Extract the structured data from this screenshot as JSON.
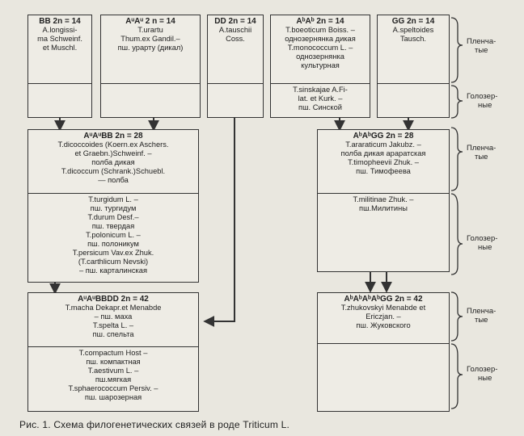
{
  "boxes": {
    "bb": {
      "top": [
        "BB 2n = 14",
        "A.longissi-",
        "ma Schweinf.",
        "et Muschl."
      ]
    },
    "au": {
      "top": [
        "AᵘAᵘ 2 n = 14",
        "T.urartu",
        "Thum.ex Gandil.–",
        "пш. урарту (дикал)"
      ]
    },
    "dd": {
      "top": [
        "DD 2n = 14",
        "A.tauschii",
        "Coss."
      ]
    },
    "ab": {
      "top": [
        "AᵇAᵇ 2n = 14",
        "T.boeoticum Boiss. –",
        "однозернянка дикая",
        "T.monococcum L. –",
        "однозернянка",
        "культурная"
      ],
      "bottom": [
        "T.sinskajae A.Fi-",
        "lat. et Kurk. –",
        "пш. Синской"
      ]
    },
    "gg": {
      "top": [
        "GG 2n = 14",
        "A.speltoides",
        "Tausch."
      ]
    },
    "aubb": {
      "top": [
        "AᵘAᵘBB 2n = 28",
        "T.dicoccoides (Koern.ex Aschers.",
        "et Graebn.)Schweinf. –",
        "полба дикая",
        "T.dicoccum (Schrank.)Schuebl.",
        "— полба"
      ],
      "bottom": [
        "T.turgidum L. –",
        "пш. тургидум",
        "T.durum Desf.–",
        "пш. твердая",
        "T.polonicum L. –",
        "пш. полоникум",
        "T.persicum Vav.ex Zhuk.",
        "(T.carthlicum Nevski)",
        "– пш. карталинская"
      ]
    },
    "abgg": {
      "top": [
        "AᵇAᵇGG 2n = 28",
        "T.araraticum Jakubz. –",
        "полба дикая араратская",
        "T.timopheevii Zhuk. –",
        "пш. Тимофеева"
      ],
      "bottom": [
        "T.militinae Zhuk. –",
        "пш.Милитины"
      ]
    },
    "aubbdd": {
      "top": [
        "AᵘAᵘBBDD 2n = 42",
        "T.macha Dekapr.et Menabde",
        "– пш. маха",
        "T.spelta L. –",
        "пш. спельта"
      ],
      "bottom": [
        "T.compactum Host –",
        "пш. компактная",
        "T.aestivum L. –",
        "пш.мягкая",
        "T.sphaerococcum Persiv. –",
        "пш. шарозерная"
      ]
    },
    "ababgg": {
      "top": [
        "AᵇAᵇAᵇAᵇGG 2n = 42",
        "T.zhukovskyi Menabde et",
        "Ericzjan. –",
        "пш. Жуковского"
      ]
    }
  },
  "side_labels": {
    "hulled_1": [
      "Пленча-",
      "тые"
    ],
    "naked_1": [
      "Голозер-",
      "ные"
    ],
    "hulled_2": [
      "Пленча-",
      "тые"
    ],
    "naked_2": [
      "Голозер-",
      "ные"
    ],
    "hulled_3": [
      "Пленча-",
      "тые"
    ],
    "naked_3": [
      "Голозер-",
      "ные"
    ]
  },
  "caption": "Рис. 1. Схема филогенетических связей в роде Triticum L."
}
